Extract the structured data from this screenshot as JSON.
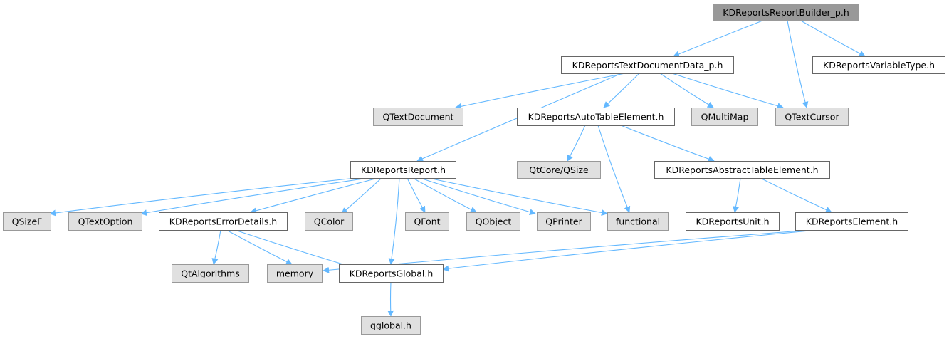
{
  "colors": {
    "edge": "#63b8ff",
    "root_fill": "#999999",
    "root_border": "#666666",
    "documented_fill": "#ffffff",
    "documented_border": "#666666",
    "external_fill": "#e0e0e0",
    "external_border": "#999999"
  },
  "nodes": [
    {
      "id": "builder",
      "label": "KDReportsReportBuilder_p.h",
      "kind": "root"
    },
    {
      "id": "textdocdata",
      "label": "KDReportsTextDocumentData_p.h",
      "kind": "documented"
    },
    {
      "id": "vartype",
      "label": "KDReportsVariableType.h",
      "kind": "documented"
    },
    {
      "id": "qtextdocument",
      "label": "QTextDocument",
      "kind": "external"
    },
    {
      "id": "autotable",
      "label": "KDReportsAutoTableElement.h",
      "kind": "documented"
    },
    {
      "id": "qmultimap",
      "label": "QMultiMap",
      "kind": "external"
    },
    {
      "id": "qtextcursor",
      "label": "QTextCursor",
      "kind": "external"
    },
    {
      "id": "report",
      "label": "KDReportsReport.h",
      "kind": "documented"
    },
    {
      "id": "qsize",
      "label": "QtCore/QSize",
      "kind": "external"
    },
    {
      "id": "abstracttable",
      "label": "KDReportsAbstractTableElement.h",
      "kind": "documented"
    },
    {
      "id": "qsizef",
      "label": "QSizeF",
      "kind": "external"
    },
    {
      "id": "qtextoption",
      "label": "QTextOption",
      "kind": "external"
    },
    {
      "id": "errordetails",
      "label": "KDReportsErrorDetails.h",
      "kind": "documented"
    },
    {
      "id": "qcolor",
      "label": "QColor",
      "kind": "external"
    },
    {
      "id": "qfont",
      "label": "QFont",
      "kind": "external"
    },
    {
      "id": "qobject",
      "label": "QObject",
      "kind": "external"
    },
    {
      "id": "qprinter",
      "label": "QPrinter",
      "kind": "external"
    },
    {
      "id": "functional",
      "label": "functional",
      "kind": "external"
    },
    {
      "id": "unit",
      "label": "KDReportsUnit.h",
      "kind": "documented"
    },
    {
      "id": "element",
      "label": "KDReportsElement.h",
      "kind": "documented"
    },
    {
      "id": "qtalgorithms",
      "label": "QtAlgorithms",
      "kind": "external"
    },
    {
      "id": "memory",
      "label": "memory",
      "kind": "external"
    },
    {
      "id": "global",
      "label": "KDReportsGlobal.h",
      "kind": "documented"
    },
    {
      "id": "qglobal",
      "label": "qglobal.h",
      "kind": "external"
    }
  ],
  "edges": [
    [
      "builder",
      "textdocdata"
    ],
    [
      "builder",
      "qtextcursor"
    ],
    [
      "builder",
      "vartype"
    ],
    [
      "textdocdata",
      "qtextdocument"
    ],
    [
      "textdocdata",
      "report"
    ],
    [
      "textdocdata",
      "autotable"
    ],
    [
      "textdocdata",
      "qmultimap"
    ],
    [
      "textdocdata",
      "qtextcursor"
    ],
    [
      "autotable",
      "qsize"
    ],
    [
      "autotable",
      "functional"
    ],
    [
      "autotable",
      "abstracttable"
    ],
    [
      "abstracttable",
      "unit"
    ],
    [
      "abstracttable",
      "element"
    ],
    [
      "report",
      "qsizef"
    ],
    [
      "report",
      "qtextoption"
    ],
    [
      "report",
      "errordetails"
    ],
    [
      "report",
      "qcolor"
    ],
    [
      "report",
      "global"
    ],
    [
      "report",
      "qfont"
    ],
    [
      "report",
      "qobject"
    ],
    [
      "report",
      "qprinter"
    ],
    [
      "report",
      "functional"
    ],
    [
      "errordetails",
      "qtalgorithms"
    ],
    [
      "errordetails",
      "memory"
    ],
    [
      "errordetails",
      "global"
    ],
    [
      "element",
      "memory"
    ],
    [
      "element",
      "global"
    ],
    [
      "global",
      "qglobal"
    ]
  ]
}
